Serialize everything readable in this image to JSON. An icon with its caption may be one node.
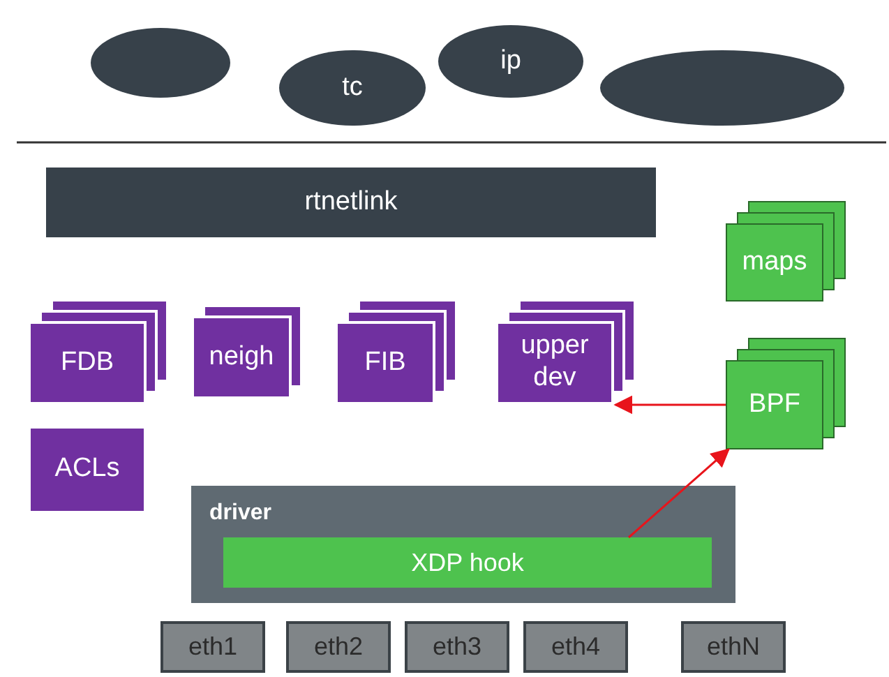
{
  "diagram": {
    "nodes": [
      {
        "text": [],
        "shape": "ellipse"
      },
      {
        "text": [
          "tc"
        ]
      },
      {
        "text": [
          "ip"
        ]
      },
      {
        "text": [],
        "shape": "ellipse"
      },
      {
        "text": [
          "rtnetlink"
        ]
      },
      {
        "text": [
          "FDB"
        ]
      },
      {
        "text": [
          "neigh"
        ]
      },
      {
        "text": [
          "FIB"
        ]
      },
      {
        "text": [
          "upper dev"
        ]
      },
      {
        "text": [
          "ACLs"
        ]
      },
      {
        "text": [
          "maps"
        ]
      },
      {
        "text": [
          "BPF"
        ]
      },
      {
        "text": [
          "driver"
        ]
      },
      {
        "text": [
          "XDP hook"
        ],
        "in": 12
      },
      {
        "text": [
          "eth1"
        ]
      },
      {
        "text": [
          "eth2"
        ]
      },
      {
        "text": [
          "eth3"
        ]
      },
      {
        "text": [
          "eth4"
        ]
      },
      {
        "text": [
          "ethN"
        ]
      }
    ],
    "edges": [
      {
        "from": 11,
        "to": 8,
        "arrow": "to"
      },
      {
        "from": 13,
        "to": 11,
        "arrow": "to"
      }
    ]
  }
}
